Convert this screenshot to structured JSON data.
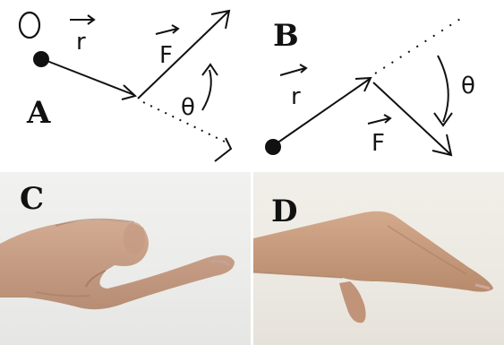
{
  "panels": {
    "a": {
      "letter": "A",
      "labels": {
        "origin": "O",
        "r": "r",
        "F": "F",
        "theta": "θ"
      }
    },
    "b": {
      "letter": "B",
      "labels": {
        "r": "r",
        "F": "F",
        "theta": "θ"
      }
    },
    "c": {
      "letter": "C"
    },
    "d": {
      "letter": "D"
    }
  },
  "colors": {
    "ink": "#111111",
    "skin": "#c9a187",
    "skin_shadow": "#a9806a",
    "nail": "#caa59a"
  },
  "icons": [
    "origin-dot-icon",
    "position-vector-arrow-icon",
    "force-vector-arrow-icon",
    "angle-arc-arrow-icon",
    "hand-gesture-photo-icon"
  ]
}
